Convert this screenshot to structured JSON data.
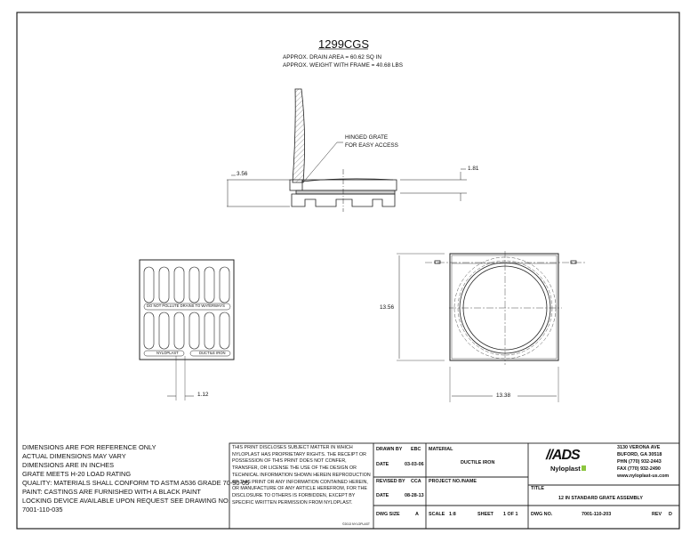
{
  "header": {
    "part_number": "1299CGS",
    "drain_area": "APPROX. DRAIN AREA = 60.62 SQ IN",
    "weight": "APPROX. WEIGHT WITH FRAME = 40.68 LBS"
  },
  "side_view": {
    "callout_line1": "HINGED GRATE",
    "callout_line2": "FOR EASY ACCESS",
    "dim_height": "3.56",
    "dim_grate": "1.81"
  },
  "grate_view": {
    "label_top": "DO NOT POLLUTE DRAINS TO WATERWAYS",
    "label_left": "NYLOPLAST",
    "label_right": "DUCTILE IRON",
    "dim_slot": "1.12"
  },
  "frame_view": {
    "dim_height": "13.56",
    "dim_width": "13.38"
  },
  "notes": [
    "DIMENSIONS ARE FOR REFERENCE ONLY",
    "ACTUAL DIMENSIONS MAY VARY",
    "DIMENSIONS ARE IN INCHES",
    "GRATE MEETS H-20 LOAD RATING",
    "QUALITY:  MATERIALS SHALL CONFORM TO ASTM A536 GRADE 70-50-05",
    "PAINT:  CASTINGS ARE FURNISHED WITH A BLACK PAINT",
    "LOCKING DEVICE AVAILABLE UPON REQUEST SEE DRAWING NO.",
    "7001-110-035"
  ],
  "disclaimer": {
    "text": "THIS PRINT DISCLOSES SUBJECT MATTER IN WHICH NYLOPLAST HAS PROPRIETARY RIGHTS. THE RECEIPT OR POSSESSION OF THIS PRINT DOES NOT CONFER, TRANSFER, OR LICENSE THE USE OF THE DESIGN OR TECHNICAL INFORMATION SHOWN HEREIN REPRODUCTION OF THIS PRINT OR ANY INFORMATION CONTAINED HEREIN, OR MANUFACTURE OF ANY ARTICLE HEREFROM, FOR THE DISCLOSURE TO OTHERS IS FORBIDDEN, EXCEPT BY SPECIFIC WRITTEN PERMISSION FROM NYLOPLAST.",
    "copyright": "©2013 NYLOPLAST"
  },
  "title_block": {
    "drawn_by_label": "DRAWN BY",
    "drawn_by": "EBC",
    "date_label": "DATE",
    "date": "03-03-06",
    "revised_by_label": "REVISED BY",
    "revised_by": "CCA",
    "rev_date_label": "DATE",
    "rev_date": "08-28-13",
    "dwg_size_label": "DWG SIZE",
    "dwg_size": "A",
    "material_label": "MATERIAL",
    "material": "DUCTILE IRON",
    "project_label": "PROJECT NO./NAME",
    "scale_label": "SCALE",
    "scale": "1:8",
    "sheet_label": "SHEET",
    "sheet": "1 OF 1",
    "logo_ads": "ADS",
    "logo_nyloplast": "Nyloplast",
    "address": [
      "3130 VERONA AVE",
      "BUFORD, GA 30518",
      "PHN (770) 932-2443",
      "FAX (770) 932-2490",
      "www.nyloplast-us.com"
    ],
    "title_label": "TITLE",
    "title": "12 IN STANDARD GRATE ASSEMBLY",
    "dwg_no_label": "DWG NO.",
    "dwg_no": "7001-110-203",
    "rev_label": "REV",
    "rev": "D"
  },
  "colors": {
    "logo_green": "#8cc63f",
    "line": "#222222"
  }
}
